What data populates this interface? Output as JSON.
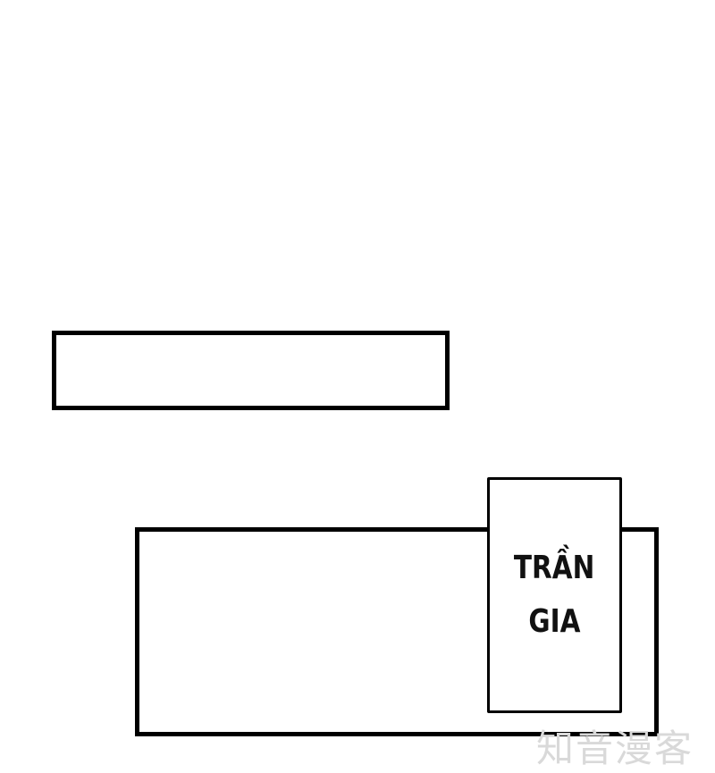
{
  "comic_page": {
    "panels": [
      {
        "id": "top-panel",
        "content": ""
      },
      {
        "id": "bottom-panel",
        "content": ""
      }
    ],
    "caption": {
      "lines": [
        "TRẦN",
        "GIA"
      ]
    },
    "watermark": "知音漫客",
    "colors": {
      "background": "#ffffff",
      "border": "#000000",
      "text": "#111111",
      "watermark": "#d9d9d9"
    }
  }
}
